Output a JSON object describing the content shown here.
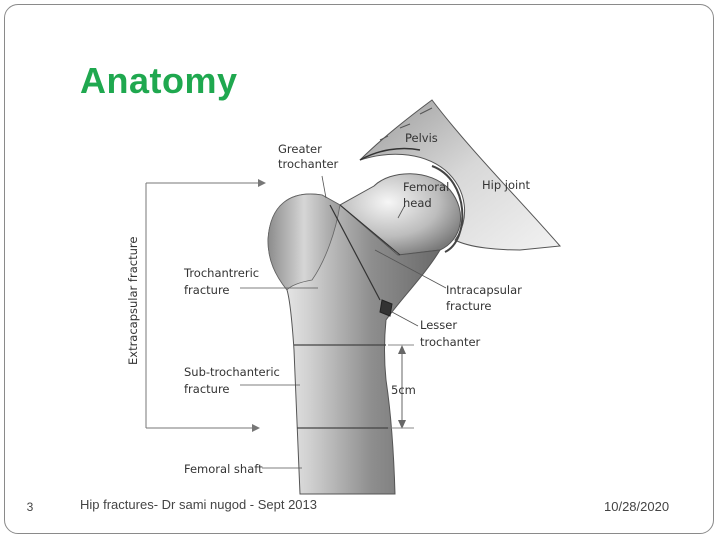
{
  "slide": {
    "title": "Anatomy",
    "number": "3",
    "footer": "Hip fractures- Dr sami nugod - Sept 2013",
    "date": "10/28/2020"
  },
  "diagram": {
    "labels": {
      "pelvis": "Pelvis",
      "hip_joint": "Hip joint",
      "greater_trochanter_1": "Greater",
      "greater_trochanter_2": "trochanter",
      "femoral_head_1": "Femoral",
      "femoral_head_2": "head",
      "trochanteric_1": "Trochantreric",
      "trochanteric_2": "fracture",
      "intracapsular_1": "Intracapsular",
      "intracapsular_2": "fracture",
      "lesser_trochanter_1": "Lesser",
      "lesser_trochanter_2": "trochanter",
      "subtrochanteric_1": "Sub-trochanteric",
      "subtrochanteric_2": "fracture",
      "five_cm": "5cm",
      "femoral_shaft": "Femoral shaft",
      "extracapsular": "Extracapsular fracture"
    }
  }
}
